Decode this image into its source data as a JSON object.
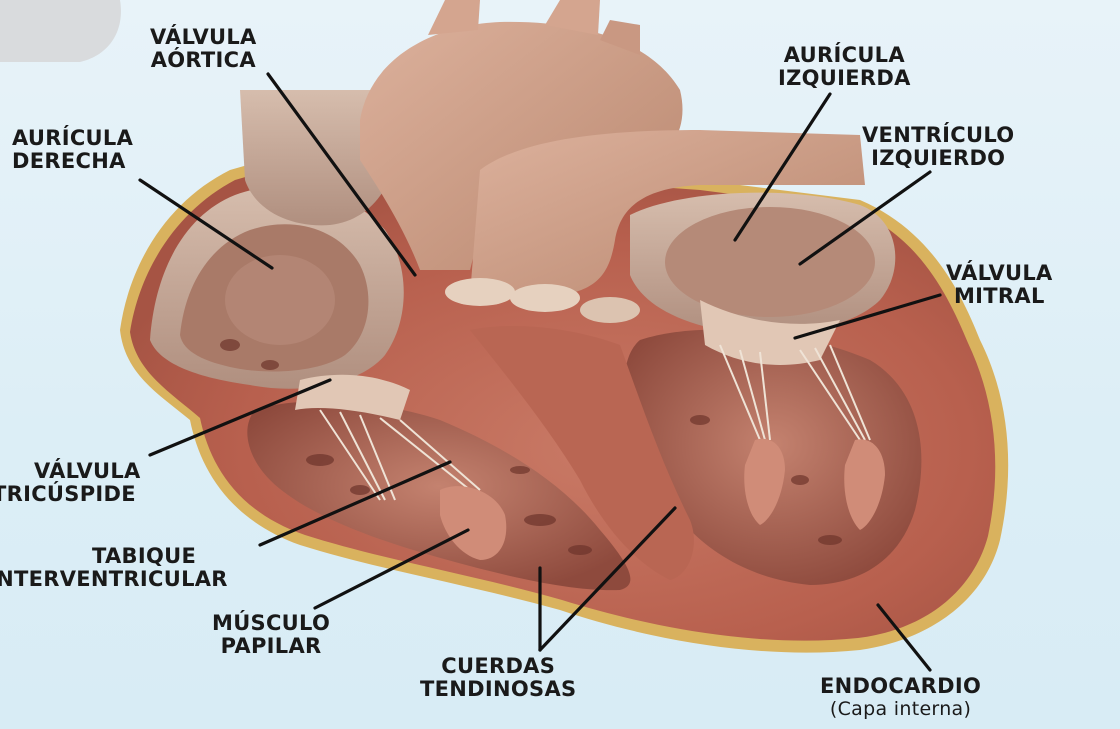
{
  "labels": {
    "valvula_aortica": [
      "VÁLVULA",
      "AÓRTICA"
    ],
    "auricula_izquierda": [
      "AURÍCULA",
      "IZQUIERDA"
    ],
    "auricula_derecha": [
      "AURÍCULA",
      "DERECHA"
    ],
    "ventriculo_izquierdo": [
      "VENTRÍCULO",
      "IZQUIERDO"
    ],
    "valvula_mitral": [
      "VÁLVULA",
      "MITRAL"
    ],
    "valvula_tricuspide": [
      "VÁLVULA",
      "TRICÚSPIDE"
    ],
    "tabique_interventricular": [
      "TABIQUE",
      "INTERVENTRICULAR"
    ],
    "musculo_papilar": [
      "MÚSCULO",
      "PAPILAR"
    ],
    "cuerdas_tendinosas": [
      "CUERDAS",
      "TENDINOSAS"
    ],
    "endocardio": [
      "ENDOCARDIO",
      "(Capa interna)"
    ]
  },
  "colors": {
    "background": "#dceef6",
    "myocardium": "#c0705e",
    "vessel": "#c99a86",
    "atrium_wall": "#c8aa98",
    "leader_line": "#111111"
  }
}
